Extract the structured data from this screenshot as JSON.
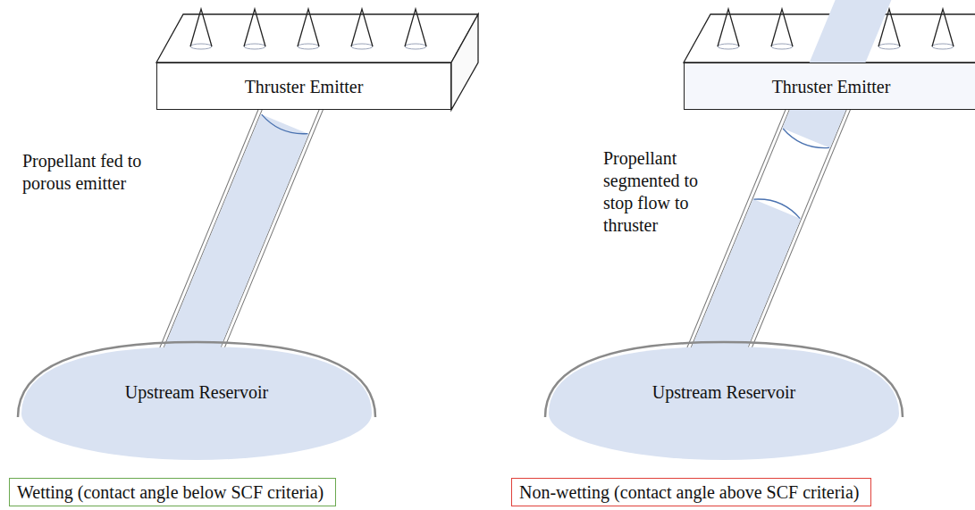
{
  "diagram": {
    "nodes": [
      {
        "text": [
          "Thruster Emitter"
        ]
      },
      {
        "text": [
          "Upstream Reservoir"
        ]
      },
      {
        "text": [
          "Wetting (contact angle below SCF criteria)"
        ]
      },
      {
        "text": [
          "Thruster Emitter"
        ]
      },
      {
        "text": [
          "Upstream Reservoir"
        ]
      },
      {
        "text": [
          "Non-wetting (contact angle above SCF criteria)"
        ]
      }
    ],
    "edges": [
      {
        "from": 1,
        "to": 0,
        "arrow": "none"
      },
      {
        "from": 4,
        "to": 3,
        "arrow": "none"
      }
    ],
    "labels": [
      "Propellant fed to porous emitter",
      "Propellant segmented to stop flow to thruster"
    ]
  }
}
